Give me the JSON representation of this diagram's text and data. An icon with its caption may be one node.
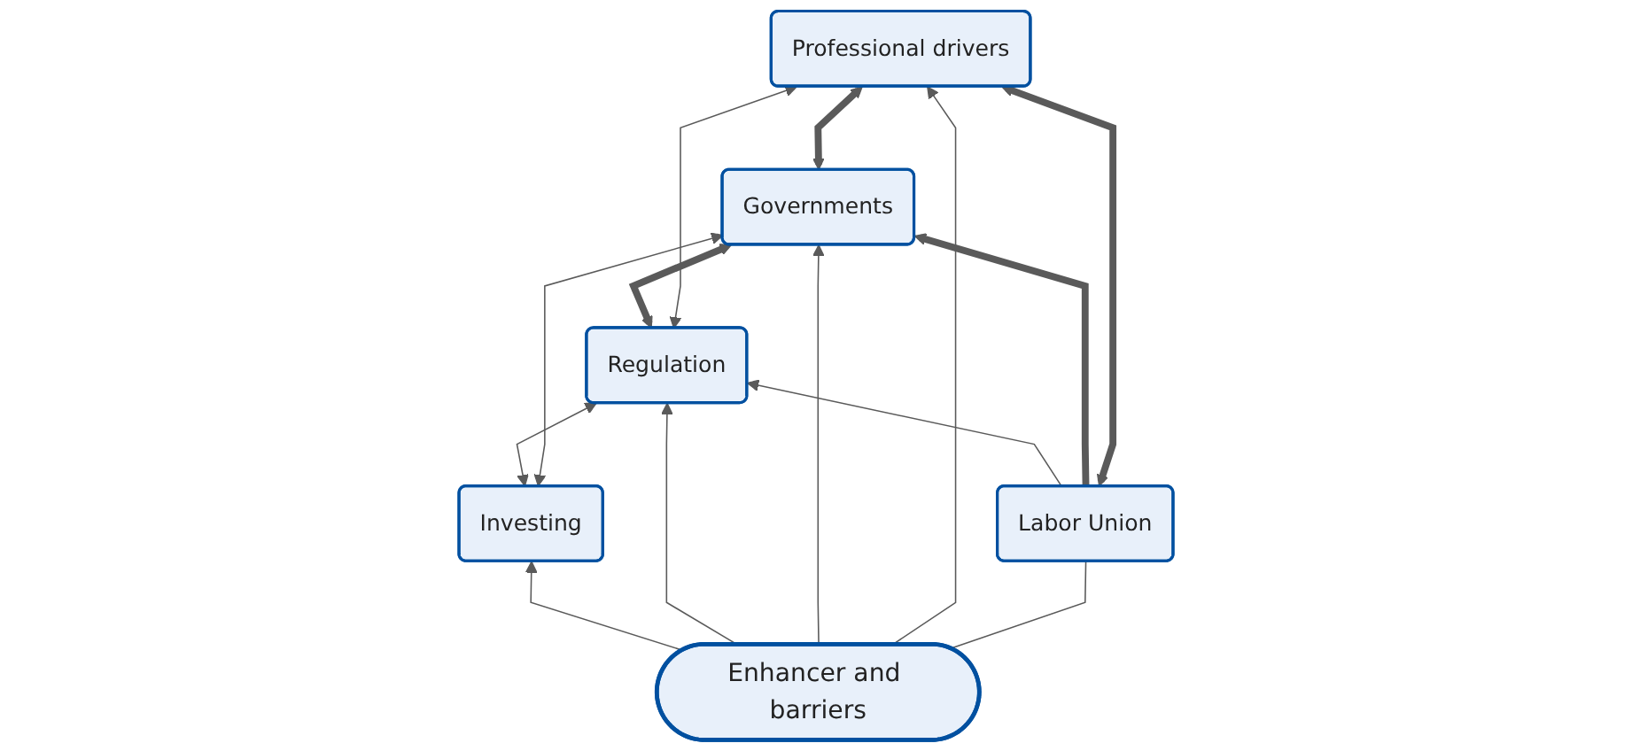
{
  "diagram": {
    "nodes": [
      {
        "text": [
          "Regulation"
        ]
      },
      {
        "text": [
          "Professional drivers"
        ]
      },
      {
        "text": [
          "Governments"
        ]
      },
      {
        "text": [
          "Investing"
        ]
      },
      {
        "text": [
          "Enhancer and barriers"
        ]
      },
      {
        "text": [
          "Labor Union"
        ]
      }
    ],
    "edges": [
      {
        "from": 1,
        "to": 0,
        "arrow": "both"
      },
      {
        "from": 0,
        "to": 2,
        "arrow": "both",
        "style": "thick"
      },
      {
        "from": 2,
        "to": 1,
        "arrow": "both",
        "style": "thick"
      },
      {
        "from": 3,
        "to": 0,
        "arrow": "both"
      },
      {
        "from": 3,
        "to": 2,
        "arrow": "both"
      },
      {
        "from": 4,
        "to": 3,
        "arrow": "to"
      },
      {
        "from": 4,
        "to": 0,
        "arrow": "to"
      },
      {
        "from": 4,
        "to": 2,
        "arrow": "to"
      },
      {
        "from": 4,
        "to": 1,
        "arrow": "to"
      },
      {
        "from": 4,
        "to": 5,
        "arrow": "none"
      },
      {
        "from": 5,
        "to": 0,
        "arrow": "to"
      },
      {
        "from": 5,
        "to": 2,
        "arrow": "to",
        "style": "thick"
      },
      {
        "from": 5,
        "to": 1,
        "arrow": "both",
        "style": "thick"
      }
    ]
  }
}
